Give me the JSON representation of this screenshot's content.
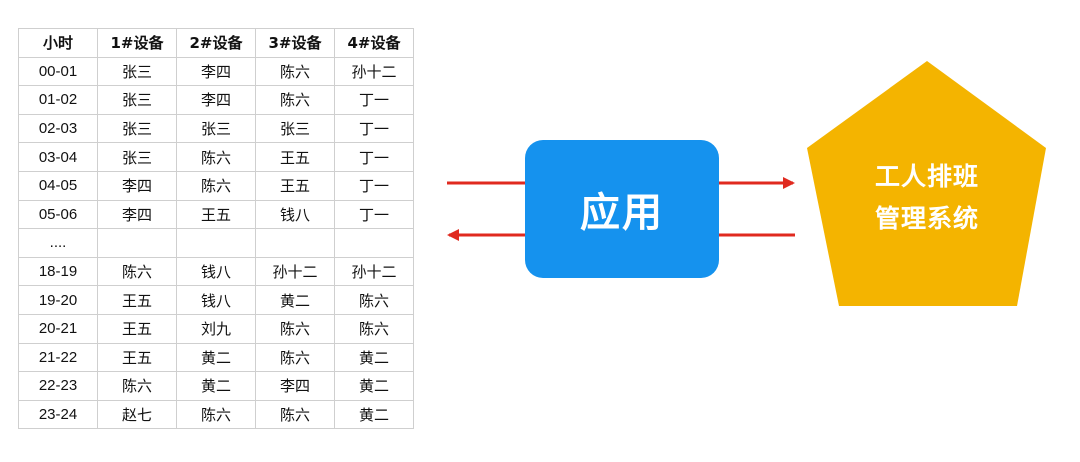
{
  "table": {
    "headers": [
      "小时",
      "1#设备",
      "2#设备",
      "3#设备",
      "4#设备"
    ],
    "rows": [
      [
        "00-01",
        "张三",
        "李四",
        "陈六",
        "孙十二"
      ],
      [
        "01-02",
        "张三",
        "李四",
        "陈六",
        "丁一"
      ],
      [
        "02-03",
        "张三",
        "张三",
        "张三",
        "丁一"
      ],
      [
        "03-04",
        "张三",
        "陈六",
        "王五",
        "丁一"
      ],
      [
        "04-05",
        "李四",
        "陈六",
        "王五",
        "丁一"
      ],
      [
        "05-06",
        "李四",
        "王五",
        "钱八",
        "丁一"
      ],
      [
        "....",
        "",
        "",
        "",
        ""
      ],
      [
        "18-19",
        "陈六",
        "钱八",
        "孙十二",
        "孙十二"
      ],
      [
        "19-20",
        "王五",
        "钱八",
        "黄二",
        "陈六"
      ],
      [
        "20-21",
        "王五",
        "刘九",
        "陈六",
        "陈六"
      ],
      [
        "21-22",
        "王五",
        "黄二",
        "陈六",
        "黄二"
      ],
      [
        "22-23",
        "陈六",
        "黄二",
        "李四",
        "黄二"
      ],
      [
        "23-24",
        "赵七",
        "陈六",
        "陈六",
        "黄二"
      ]
    ]
  },
  "diagram": {
    "app_label": "应用",
    "system_label_line1": "工人排班",
    "system_label_line2": "管理系统",
    "colors": {
      "app": "#1592ee",
      "system": "#f4b400",
      "arrow": "#e02a1f"
    }
  }
}
